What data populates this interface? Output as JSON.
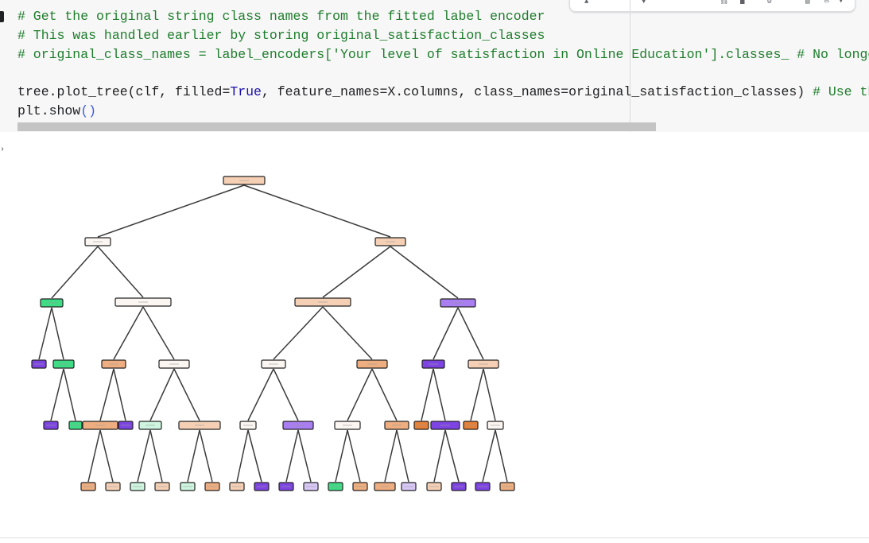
{
  "code": {
    "lines": [
      [
        {
          "t": "# Get the original string class names from the fitted label encoder",
          "c": "cmt"
        }
      ],
      [
        {
          "t": "# This was handled earlier by storing original_satisfaction_classes",
          "c": "cmt"
        }
      ],
      [
        {
          "t": "# original_class_names = label_encoders['Your level of satisfaction in Online Education'].classes_ # No longer",
          "c": "cmt"
        }
      ],
      [],
      [
        {
          "t": "tree.plot_tree(clf, filled=",
          "c": "fn"
        },
        {
          "t": "True",
          "c": "kw"
        },
        {
          "t": ", feature_names=X.columns, class_names=original_satisfaction_classes) ",
          "c": "fn"
        },
        {
          "t": "# Use the",
          "c": "cmt"
        }
      ],
      [
        {
          "t": "plt.show",
          "c": "fn"
        },
        {
          "t": "()",
          "c": "paren"
        }
      ]
    ]
  },
  "output": {
    "cursor_marker": "›"
  },
  "tree_plot": {
    "node_colors": {
      "orange_light": "#f5d0b5",
      "orange_mid": "#eeae80",
      "orange_strong": "#e58139",
      "green_strong": "#3fdc86",
      "green_light": "#cdf5df",
      "purple_strong": "#7d44e3",
      "purple_mid": "#a97ef0",
      "purple_light": "#d9c8f7",
      "neutral_white": "#fbf6f1"
    }
  }
}
